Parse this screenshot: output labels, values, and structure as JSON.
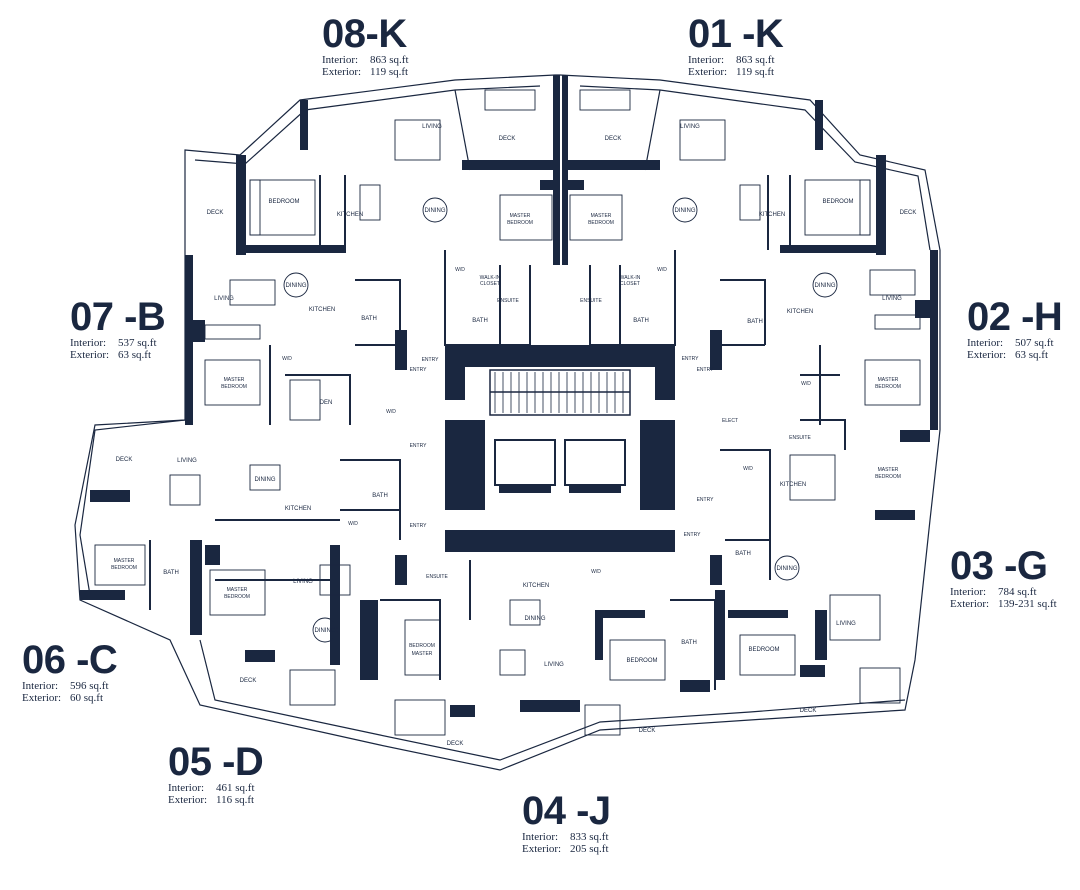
{
  "units": [
    {
      "id": "08-K",
      "interior_label": "Interior:",
      "interior": "863 sq.ft",
      "exterior_label": "Exterior:",
      "exterior": "119 sq.ft"
    },
    {
      "id": "01 -K",
      "interior_label": "Interior:",
      "interior": "863 sq.ft",
      "exterior_label": "Exterior:",
      "exterior": "119 sq.ft"
    },
    {
      "id": "07 -B",
      "interior_label": "Interior:",
      "interior": "537 sq.ft",
      "exterior_label": "Exterior:",
      "exterior": "63 sq.ft"
    },
    {
      "id": "02 -H",
      "interior_label": "Interior:",
      "interior": "507 sq.ft",
      "exterior_label": "Exterior:",
      "exterior": "63 sq.ft"
    },
    {
      "id": "03 -G",
      "interior_label": "Interior:",
      "interior": "784 sq.ft",
      "exterior_label": "Exterior:",
      "exterior": "139-231 sq.ft"
    },
    {
      "id": "06 -C",
      "interior_label": "Interior:",
      "interior": "596 sq.ft",
      "exterior_label": "Exterior:",
      "exterior": "60 sq.ft"
    },
    {
      "id": "05 -D",
      "interior_label": "Interior:",
      "interior": "461 sq.ft",
      "exterior_label": "Exterior:",
      "exterior": "116 sq.ft"
    },
    {
      "id": "04 -J",
      "interior_label": "Interior:",
      "interior": "833 sq.ft",
      "exterior_label": "Exterior:",
      "exterior": "205 sq.ft"
    }
  ],
  "rooms": {
    "deck": "DECK",
    "living": "LIVING",
    "dining": "DINING",
    "kitchen": "KITCHEN",
    "bedroom": "BEDROOM",
    "master": "MASTER",
    "bedroom_word": "BEDROOM",
    "bath": "BATH",
    "ensuite": "ENSUITE",
    "entry": "ENTRY",
    "den": "DEN",
    "elect": "ELECT",
    "wd": "W/D",
    "walk_in": "WALK-IN",
    "closet": "CLOSET"
  }
}
